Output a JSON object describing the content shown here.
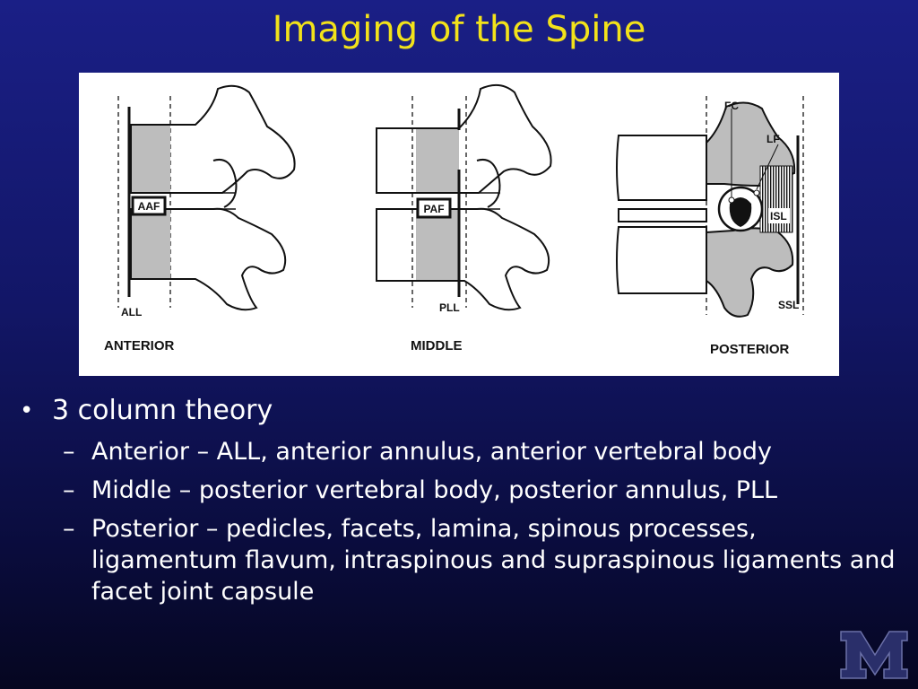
{
  "slide": {
    "title": "Imaging of the Spine"
  },
  "figure": {
    "labels": {
      "aaf": "AAF",
      "paf": "PAF",
      "all": "ALL",
      "pll": "PLL",
      "fc": "FC",
      "lf": "LF",
      "isl": "ISL",
      "ssl": "SSL",
      "anterior": "ANTERIOR",
      "middle": "MIDDLE",
      "posterior": "POSTERIOR"
    }
  },
  "bullets": {
    "main": "3 column theory",
    "sub": [
      "Anterior – ALL, anterior annulus, anterior vertebral body",
      "Middle – posterior vertebral body, posterior annulus, PLL",
      "Posterior – pedicles, facets, lamina, spinous processes, ligamentum flavum, intraspinous and supraspinous ligaments and facet joint capsule"
    ]
  },
  "logo": {
    "letter": "M"
  },
  "colors": {
    "title": "#f2e21a",
    "text": "#ffffff",
    "background_top": "#1a1f86",
    "background_bottom": "#050620"
  }
}
